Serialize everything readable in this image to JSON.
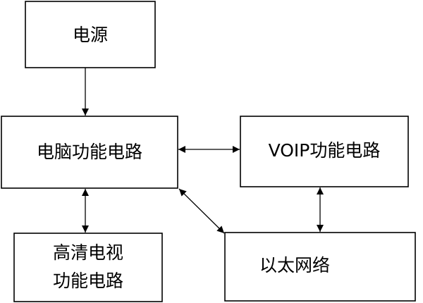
{
  "nodes": {
    "power": {
      "label": "电源"
    },
    "pc": {
      "label": "电脑功能电路"
    },
    "voip": {
      "label": "VOIP功能电路"
    },
    "hdtv": {
      "line1": "高清电视",
      "line2": "功能电路"
    },
    "ethernet": {
      "label": "以太网络"
    }
  },
  "edges": [
    {
      "from": "power",
      "to": "pc",
      "direction": "one-way"
    },
    {
      "from": "pc",
      "to": "voip",
      "direction": "two-way"
    },
    {
      "from": "pc",
      "to": "hdtv",
      "direction": "two-way"
    },
    {
      "from": "pc",
      "to": "ethernet",
      "direction": "two-way"
    },
    {
      "from": "voip",
      "to": "ethernet",
      "direction": "two-way"
    }
  ]
}
